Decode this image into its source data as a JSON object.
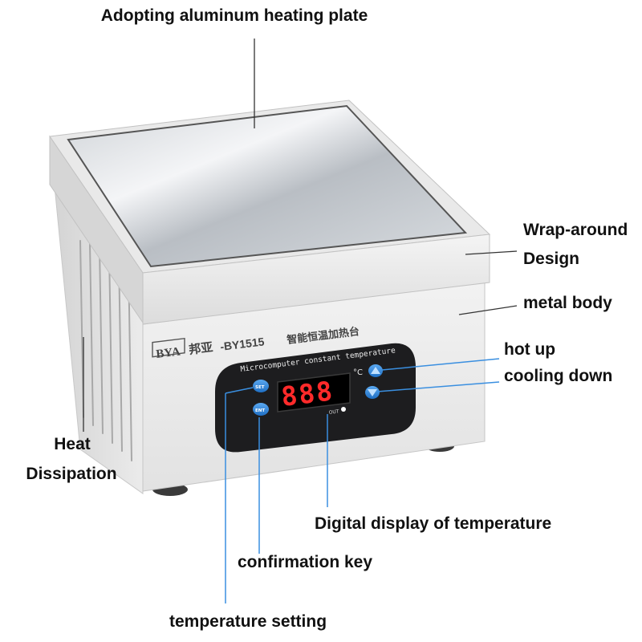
{
  "callouts": {
    "heating_plate": "Adopting aluminum heating plate",
    "wrap_around": "Wrap-around",
    "design": "Design",
    "metal_body": "metal body",
    "hot_up": "hot up",
    "cooling_down": "cooling down",
    "heat": "Heat",
    "dissipation": "Dissipation",
    "digital_display": "Digital display of temperature",
    "confirmation_key": "confirmation key",
    "temperature_setting": "temperature setting"
  },
  "device": {
    "brand": "BYA",
    "brand_cn": "邦亚",
    "model": "-BY1515",
    "model_cn": "智能恒温加热台",
    "panel_title": "Microcomputer constant temperature",
    "display_value": "888",
    "unit": "°C",
    "out_label": "OUT",
    "set_key": "SET",
    "ent_key": "ENT"
  },
  "colors": {
    "callout_line_blue": "#3a8fe0",
    "callout_line_black": "#333333",
    "button_blue": "#2a7fd4",
    "display_red": "#ff2a2a",
    "panel_black": "#1d1d1f"
  }
}
